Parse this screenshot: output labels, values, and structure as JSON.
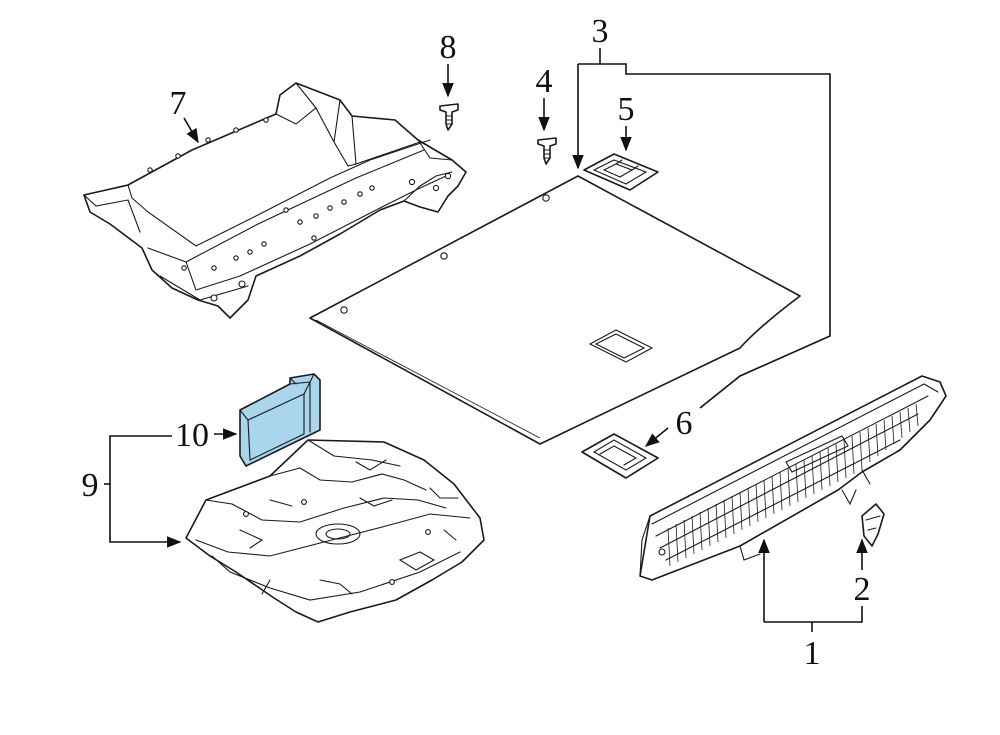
{
  "diagram": {
    "highlight_color": "#a9d6ec",
    "line_color": "#1a1a1a",
    "callouts": [
      {
        "id": "1",
        "label": "1"
      },
      {
        "id": "2",
        "label": "2"
      },
      {
        "id": "3",
        "label": "3"
      },
      {
        "id": "4",
        "label": "4"
      },
      {
        "id": "5",
        "label": "5"
      },
      {
        "id": "6",
        "label": "6"
      },
      {
        "id": "7",
        "label": "7"
      },
      {
        "id": "8",
        "label": "8"
      },
      {
        "id": "9",
        "label": "9"
      },
      {
        "id": "10",
        "label": "10"
      }
    ],
    "highlighted_part": "10"
  }
}
